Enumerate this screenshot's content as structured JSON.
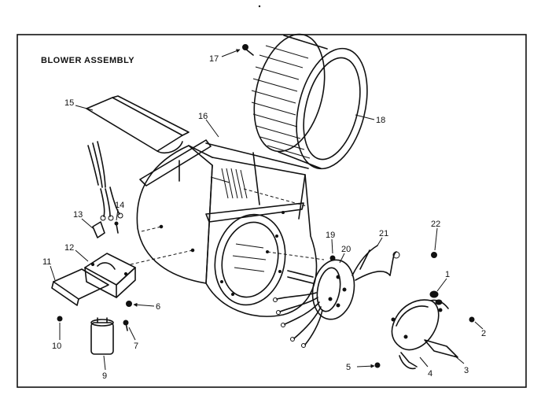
{
  "diagram": {
    "title": "BLOWER ASSEMBLY",
    "callouts": {
      "c1": "1",
      "c2": "2",
      "c3": "3",
      "c4": "4",
      "c5": "5",
      "c6": "6",
      "c7": "7",
      "c9": "9",
      "c10": "10",
      "c11": "11",
      "c12": "12",
      "c13": "13",
      "c14": "14",
      "c15": "15",
      "c16": "16",
      "c17": "17",
      "c18": "18",
      "c19": "19",
      "c20": "20",
      "c21": "21",
      "c22": "22"
    }
  }
}
